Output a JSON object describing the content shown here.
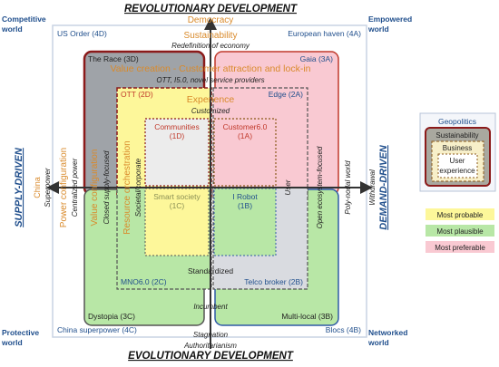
{
  "title_top": "REVOLUTIONARY DEVELOPMENT",
  "title_bottom": "EVOLUTIONARY DEVELOPMENT",
  "left_axis": "SUPPLY-DRIVEN",
  "right_axis": "DEMAND-DRIVEN",
  "corners": {
    "competitive": "Competitive world",
    "empowered": "Empowered world",
    "protective": "Protective world",
    "networked": "Networked world"
  },
  "axis_texts": {
    "democracy": "Democracy",
    "sustainability": "Sustainability",
    "redefinition": "Redefinition of economy",
    "ott_i50": "OTT, I5.0, novel service providers",
    "customized": "Customized",
    "standardized": "Standardized",
    "incumbent": "Incumbent",
    "stagnation": "Stagnation",
    "authoritarianism": "Authoritarianism",
    "china": "China",
    "superpower": "Superpower",
    "power_configuration": "Power configuration",
    "centralized_power": "Centralized power",
    "value_configuration": "Value configuration",
    "closed_supply": "Closed supply-focused",
    "resource_orchestration": "Resource orchestration",
    "societal_corporate": "Societal/corporate",
    "value_creation": "Value creation - Customer attraction and lock-in",
    "experience": "Experience",
    "user": "User",
    "open_ecosystem": "Open ecosystem-focused",
    "poly_nodal": "Poly-nodal world",
    "withdrawal": "Withdrawal"
  },
  "scenarios": {
    "us_order": "US Order (4D)",
    "european_haven": "European haven (4A)",
    "china_superpower": "China superpower (4C)",
    "blocs": "Blocs (4B)",
    "the_race": "The Race (3D)",
    "gaia": "Gaia (3A)",
    "dystopia": "Dystopia (3C)",
    "multi_local": "Multi-local (3B)",
    "ott": "OTT (2D)",
    "edge": "Edge (2A)",
    "mno": "MNO6.0 (2C)",
    "telco_broker": "Telco broker (2B)",
    "communities": "Communities",
    "communities_code": "(1D)",
    "customer": "Customer6.0",
    "customer_code": "(1A)",
    "smart_society": "Smart society",
    "smart_society_code": "(1C)",
    "i_robot": "I Robot",
    "i_robot_code": "(1B)"
  },
  "legend": {
    "title": "Geopolitics",
    "sustainability": "Sustainability",
    "business": "Business",
    "user_experience_1": "User",
    "user_experience_2": "experience"
  },
  "key": {
    "most_probable": "Most probable",
    "most_plausible": "Most plausible",
    "most_preferable": "Most preferable"
  },
  "colors": {
    "probable": "#fdf79a",
    "plausible": "#b8e7a6",
    "preferable": "#f9c9d2",
    "accent_blue": "#1f4e8c",
    "accent_orange": "#d98a2b",
    "accent_red": "#c0392b"
  }
}
